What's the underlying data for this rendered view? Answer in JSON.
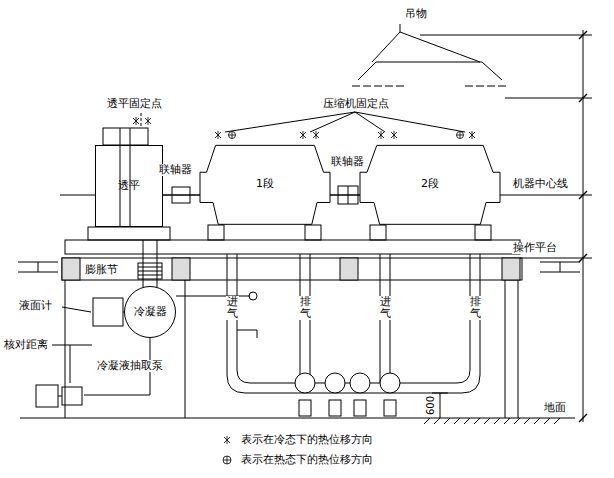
{
  "diagram": {
    "nodes": [
      {
        "text": [
          "透平"
        ]
      },
      {
        "text": [
          "1段"
        ]
      },
      {
        "text": [
          "2段"
        ]
      },
      {
        "text": [
          "冷凝器"
        ]
      }
    ],
    "edges": [
      {
        "from": 0,
        "to": 1,
        "arrow": "none"
      },
      {
        "from": 1,
        "to": 2,
        "arrow": "none"
      }
    ],
    "labels": [
      "吊物",
      "透平固定点",
      "压缩机固定点",
      "联轴器",
      "联轴器",
      "机器中心线",
      "操作平台",
      "膨胀节",
      "液面计",
      "核对距离",
      "冷凝液抽取泵",
      "进气",
      "排气",
      "进气",
      "排气",
      "600",
      "地面"
    ],
    "legend": [
      {
        "text": "表示在冷态下的热位移方向"
      },
      {
        "text": "表示在热态下的热位移方向"
      }
    ]
  }
}
